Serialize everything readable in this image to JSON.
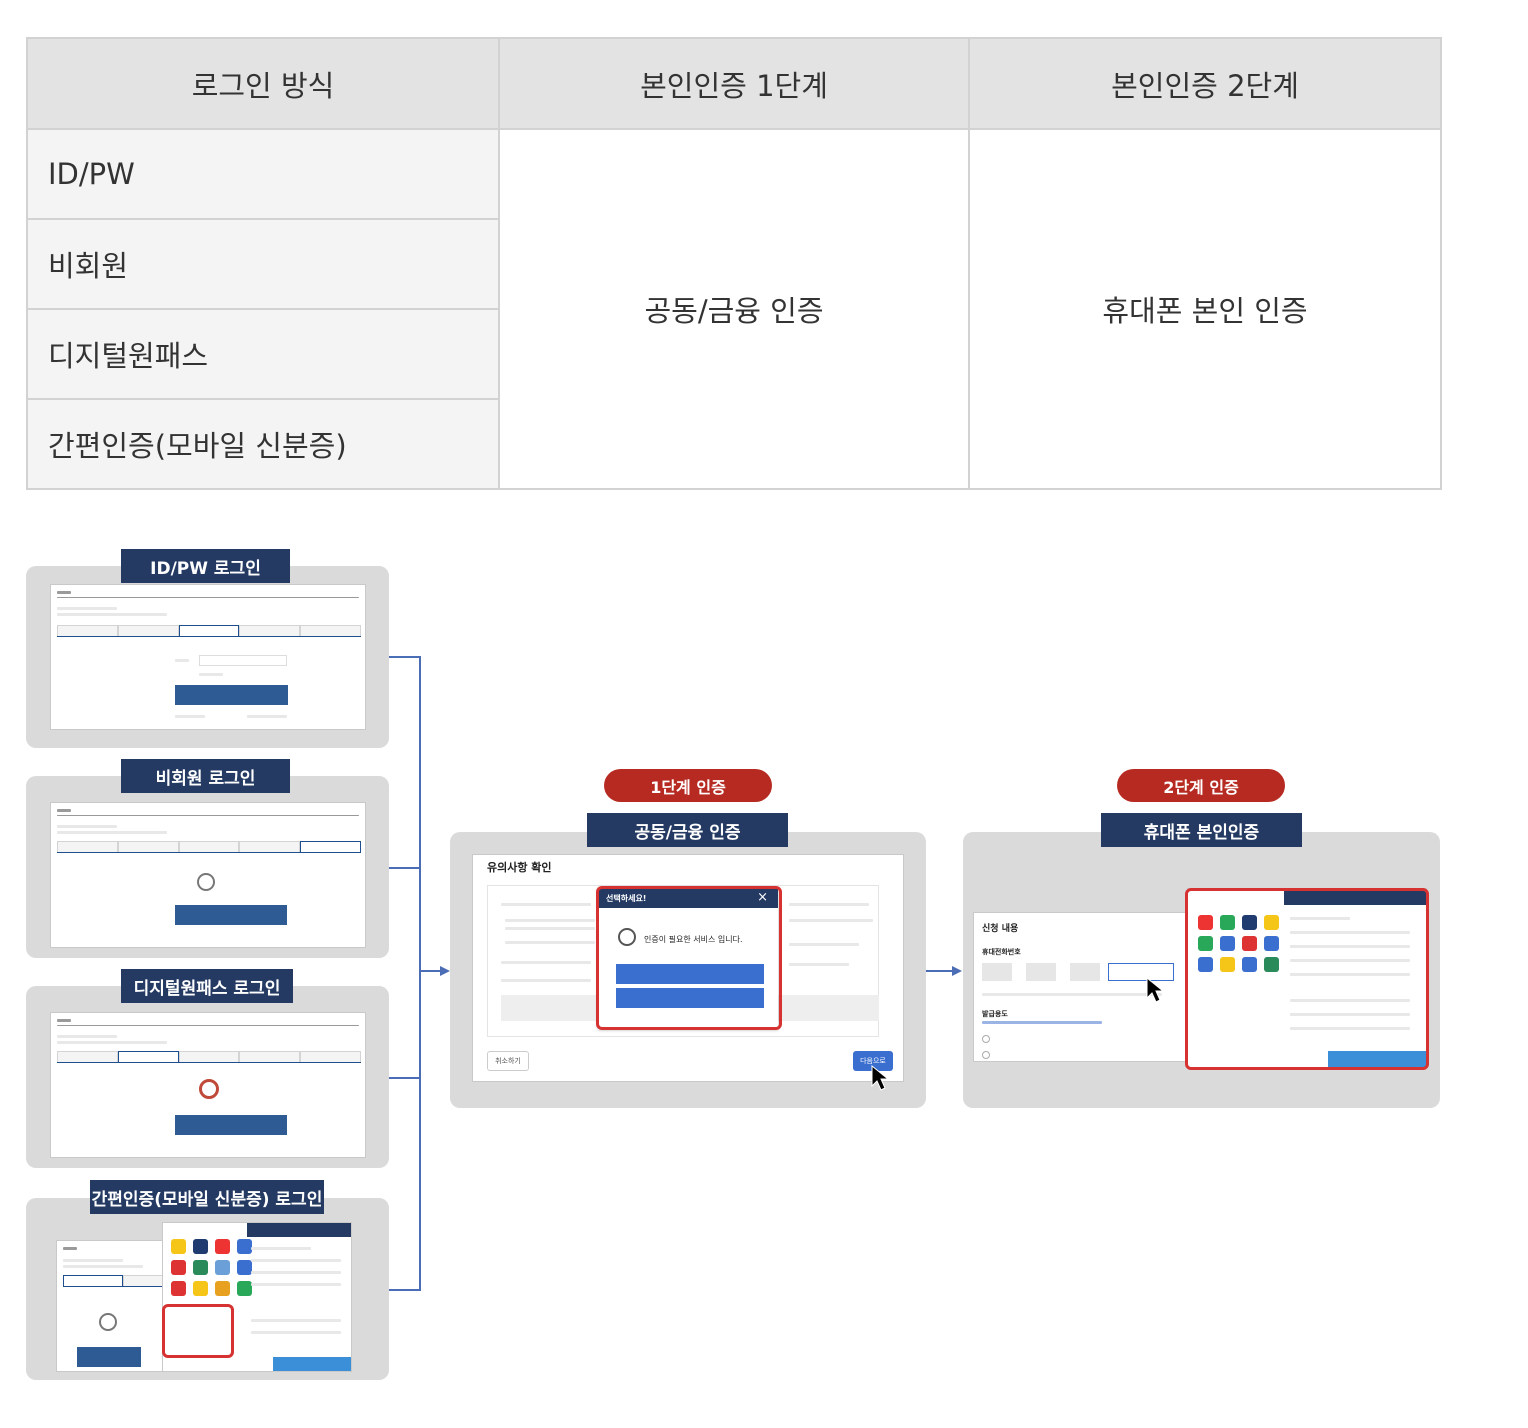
{
  "table": {
    "headers": [
      "로그인 방식",
      "본인인증 1단계",
      "본인인증 2단계"
    ],
    "methods": [
      "ID/PW",
      "비회원",
      "디지털원패스",
      "간편인증(모바일 신분증)"
    ],
    "step1": "공동/금융 인증",
    "step2": "휴대폰 본인 인증"
  },
  "flow": {
    "login_labels": [
      "ID/PW 로그인",
      "비회원 로그인",
      "디지털원패스 로그인",
      "간편인증(모바일 신분증) 로그인"
    ],
    "step1_pill": "1단계 인증",
    "step1_label": "공동/금융 인증",
    "step2_pill": "2단계 인증",
    "step2_label": "휴대폰 본인인증",
    "step1_screen": {
      "title": "유의사항 확인",
      "popup_title": "선택하세요!",
      "popup_text": "인증이 필요한 서비스 입니다.",
      "cancel_btn": "취소하기",
      "next_btn": "다음으로"
    },
    "step2_screen": {
      "title": "신청 내용",
      "field_label": "휴대전화번호",
      "field_label2": "발급용도"
    },
    "colors": {
      "navy": "#243a63",
      "red": "#b62a22",
      "connector": "#4a6db5",
      "panel": "#dadada"
    }
  }
}
